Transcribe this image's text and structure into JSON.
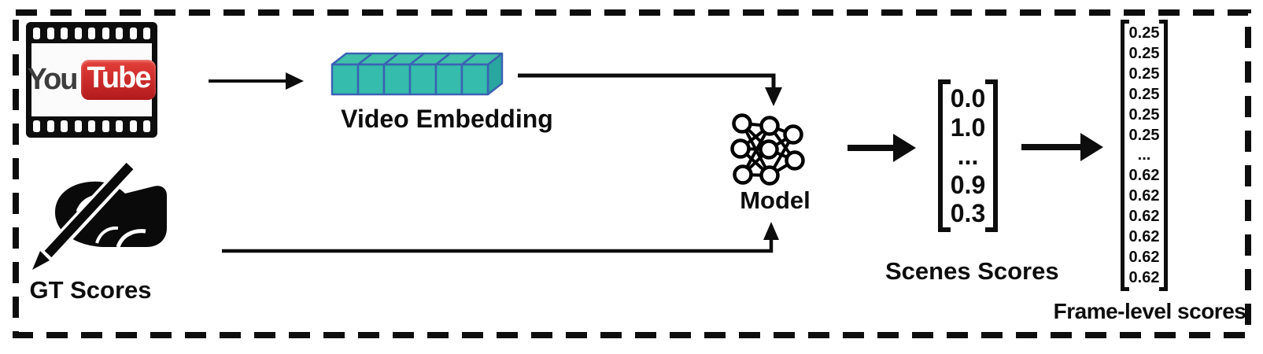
{
  "youtube": {
    "you": "You",
    "tube": "Tube",
    "icon": "youtube-filmstrip-icon"
  },
  "video_embedding": {
    "label": "Video Embedding",
    "cube_count": 6,
    "icon": "embedding-cubes-icon"
  },
  "gt": {
    "label": "GT Scores",
    "icon": "writing-hand-icon"
  },
  "model": {
    "label": "Model",
    "icon": "neural-network-icon"
  },
  "scenes": {
    "label": "Scenes Scores",
    "values": [
      "0.0",
      "1.0",
      "...",
      "0.9",
      "0.3"
    ]
  },
  "frame": {
    "label": "Frame-level scores",
    "values": [
      "0.25",
      "0.25",
      "0.25",
      "0.25",
      "0.25",
      "0.25",
      "...",
      "0.62",
      "0.62",
      "0.62",
      "0.62",
      "0.62",
      "0.62"
    ]
  },
  "colors": {
    "ink": "#0d0d0d",
    "cube_front": "#35bcac",
    "cube_top": "#40bfa9",
    "cube_side": "#2aa6a0",
    "cube_edge": "#3a62b3",
    "youtube_red": "#cc1e22"
  }
}
